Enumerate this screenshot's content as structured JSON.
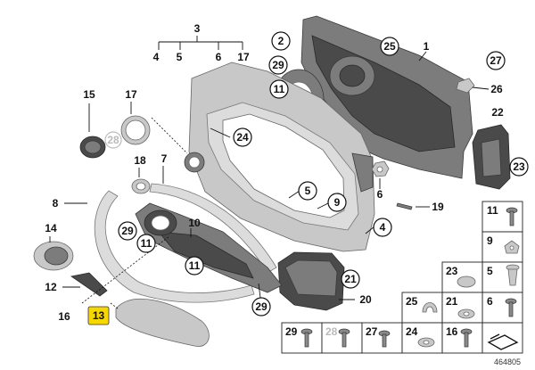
{
  "diagram": {
    "catalog_number": "464805",
    "callouts": {
      "c1": "1",
      "c2": "2",
      "c3": "3",
      "c4": "4",
      "c4b": "4",
      "c5": "5",
      "c5b": "5",
      "c6": "6",
      "c6b": "6",
      "c7": "7",
      "c8": "8",
      "c9": "9",
      "c10": "10",
      "c11a": "11",
      "c11b": "11",
      "c11c": "11",
      "c12": "12",
      "c13": "13",
      "c14": "14",
      "c15": "15",
      "c16": "16",
      "c17": "17",
      "c17b": "17",
      "c18": "18",
      "c19": "19",
      "c20": "20",
      "c21": "21",
      "c22": "22",
      "c23": "23",
      "c24": "24",
      "c25": "25",
      "c26": "26",
      "c27": "27",
      "c28": "28",
      "c29a": "29",
      "c29b": "29",
      "c29c": "29"
    },
    "fastener_grid": {
      "g11": "11",
      "g9": "9",
      "g23": "23",
      "g5": "5",
      "g6": "6",
      "g25": "25",
      "g21": "21",
      "g29": "29",
      "g28": "28",
      "g27": "27",
      "g24": "24",
      "g16": "16"
    },
    "highlight_color": "#f5d800"
  }
}
